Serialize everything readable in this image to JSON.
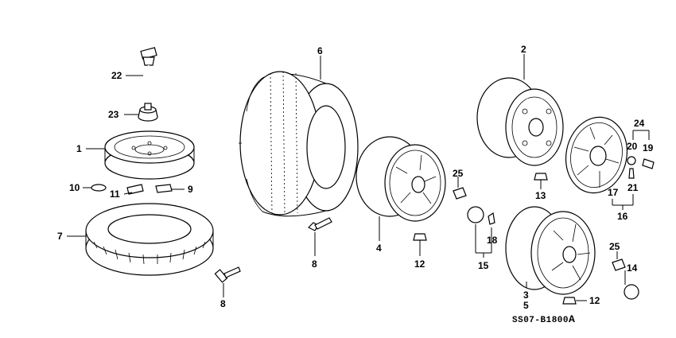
{
  "diagram": {
    "drawing_code": "SS07-B1800",
    "drawing_code_suffix": "A",
    "callouts": {
      "c1": "1",
      "c2": "2",
      "c3": "3",
      "c4": "4",
      "c5": "5",
      "c6": "6",
      "c7": "7",
      "c8a": "8",
      "c8b": "8",
      "c9": "9",
      "c10": "10",
      "c11": "11",
      "c12a": "12",
      "c12b": "12",
      "c13": "13",
      "c14": "14",
      "c15": "15",
      "c16": "16",
      "c17": "17",
      "c18": "18",
      "c19": "19",
      "c20": "20",
      "c21": "21",
      "c22": "22",
      "c23": "23",
      "c24": "24",
      "c25a": "25",
      "c25b": "25"
    },
    "colors": {
      "line": "#000000",
      "background": "#ffffff"
    }
  }
}
